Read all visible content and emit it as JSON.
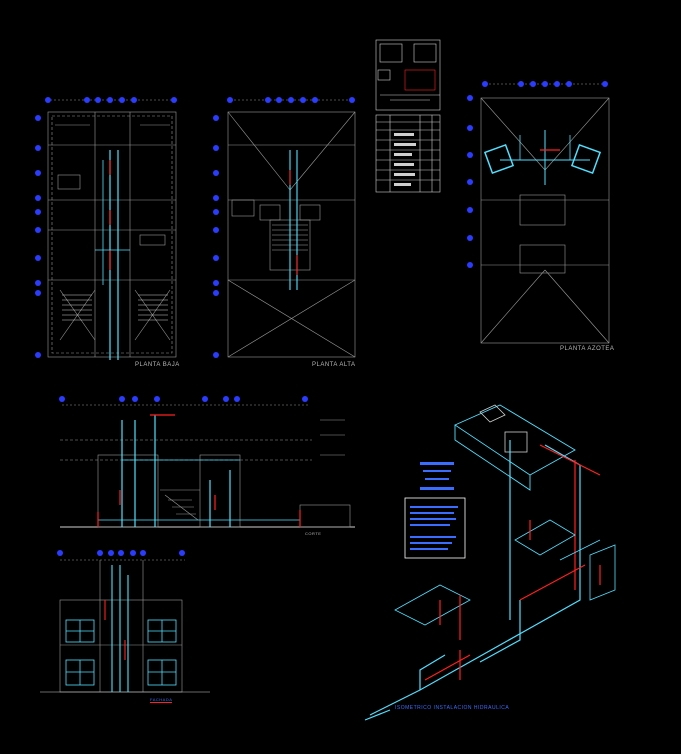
{
  "labels": {
    "planta_baja": "PLANTA BAJA",
    "planta_alta": "PLANTA ALTA",
    "planta_azotea": "PLANTA AZOTEA",
    "isometrico": "ISOMETRICO INSTALACION HIDRAULICA",
    "corte": "CORTE",
    "fachada": "FACHADA"
  },
  "colors": {
    "background": "#000000",
    "linework": "#b8b8b8",
    "grid_bubble": "#2a3cff",
    "pipe_cyan": "#4ee0ff",
    "pipe_red": "#ff2020",
    "title_blue": "#3a6dff"
  }
}
